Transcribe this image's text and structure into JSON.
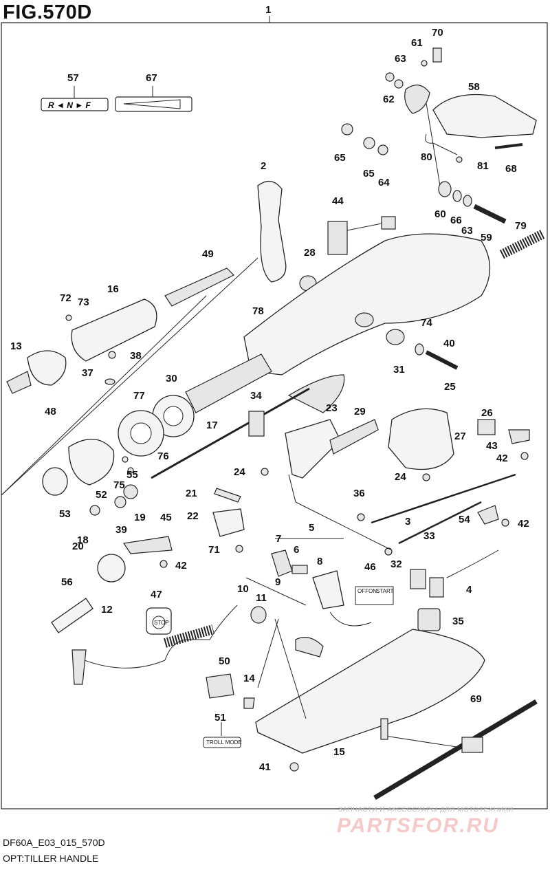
{
  "figure": {
    "title": "FIG.570D",
    "main_callout": "1",
    "footer_code": "DF60A_E03_015_570D",
    "footer_option": "OPT:TILLER HANDLE"
  },
  "labels": {
    "shift_decal": "R ◄ N ► F",
    "stop_label": "STOP",
    "switch_positions": [
      "OFF",
      "ON",
      "START"
    ],
    "troll_mode": "TROLL MODE"
  },
  "watermark": {
    "line1": "ЗАПЧАСТИ И АКСЕССУАРЫ ДЛЯ МОТОТЕХНИКИ",
    "line2": "PARTSFOR.RU"
  },
  "callouts": [
    "70",
    "61",
    "63",
    "62",
    "58",
    "57",
    "67",
    "65",
    "65",
    "64",
    "80",
    "81",
    "68",
    "2",
    "44",
    "60",
    "66",
    "63",
    "59",
    "79",
    "49",
    "28",
    "72",
    "73",
    "16",
    "78",
    "74",
    "13",
    "38",
    "40",
    "37",
    "31",
    "48",
    "30",
    "77",
    "25",
    "34",
    "23",
    "29",
    "26",
    "17",
    "27",
    "43",
    "42",
    "76",
    "75",
    "55",
    "24",
    "24",
    "52",
    "53",
    "36",
    "21",
    "18",
    "39",
    "19",
    "22",
    "45",
    "3",
    "54",
    "42",
    "20",
    "71",
    "42",
    "33",
    "7",
    "5",
    "6",
    "32",
    "46",
    "8",
    "56",
    "12",
    "47",
    "10",
    "11",
    "9",
    "4",
    "35",
    "50",
    "14",
    "51",
    "69",
    "15",
    "41"
  ]
}
